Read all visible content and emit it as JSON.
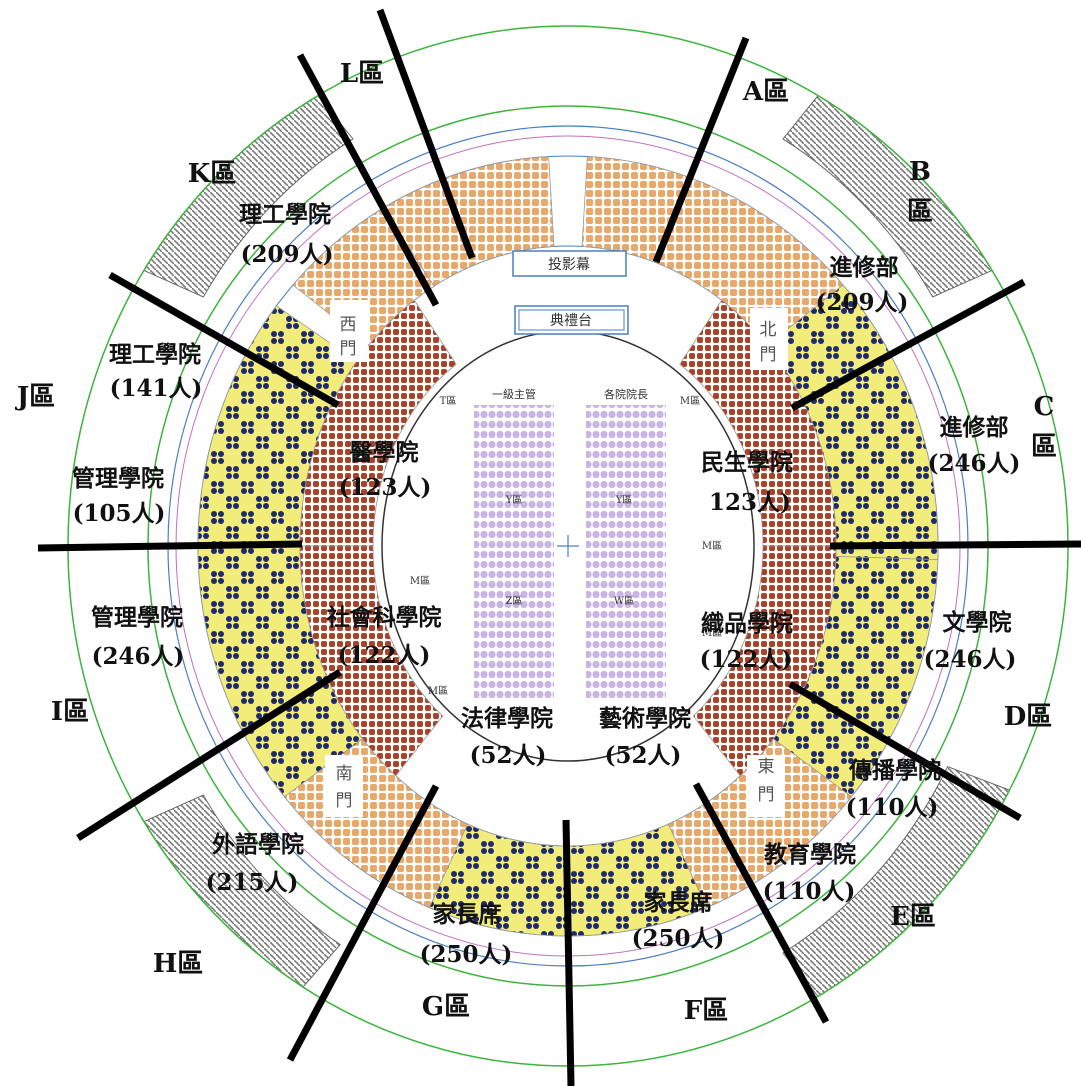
{
  "diagram": {
    "stage": {
      "screen_label": "投影幕",
      "podium_label": "典禮台",
      "front_left_label": "一級主管",
      "front_right_label": "各院院長"
    },
    "gates": {
      "west": [
        "西",
        "門"
      ],
      "north": [
        "北",
        "門"
      ],
      "south": [
        "南",
        "門"
      ],
      "east": [
        "東",
        "門"
      ]
    },
    "zones": {
      "A": "A區",
      "B": [
        "B",
        "區"
      ],
      "C": [
        "C",
        "區"
      ],
      "D": "D區",
      "E": "E區",
      "F": "F區",
      "G": "G區",
      "H": "H區",
      "I": "I區",
      "J": "J區",
      "K": "K區",
      "L": "L區"
    },
    "floor_marks": [
      "Y區",
      "Y區",
      "Z區",
      "W區",
      "T區",
      "M區",
      "M區",
      "M區",
      "M區",
      "M區"
    ],
    "groups": [
      {
        "name": "理工學院",
        "count": "(209人)"
      },
      {
        "name": "進修部",
        "count": "(209人)"
      },
      {
        "name": "理工學院",
        "count": "(141人)"
      },
      {
        "name": "進修部",
        "count": "(246人)"
      },
      {
        "name": "醫學院",
        "count": "(123人)"
      },
      {
        "name": "民生學院",
        "count": "123人)"
      },
      {
        "name": "管理學院",
        "count": "(105人)"
      },
      {
        "name": "管理學院",
        "count": "(246人)"
      },
      {
        "name": "社會科學院",
        "count": "(122人)"
      },
      {
        "name": "織品學院",
        "count": "(122人)"
      },
      {
        "name": "文學院",
        "count": "(246人)"
      },
      {
        "name": "法律學院",
        "count": "(52人)"
      },
      {
        "name": "藝術學院",
        "count": "(52人)"
      },
      {
        "name": "傳播學院",
        "count": "(110人)"
      },
      {
        "name": "教育學院",
        "count": "(110人)"
      },
      {
        "name": "外語學院",
        "count": "(215人)"
      },
      {
        "name": "家長席",
        "count": "(250人)"
      },
      {
        "name": "家長席",
        "count": "(250人)"
      }
    ],
    "colors": {
      "ring_green": "#3cb43c",
      "ring_blue": "#4a7fc1",
      "orange_seat": "#e8a86a",
      "brown_seat": "#a8432a",
      "navy_seat": "#1f2a6b",
      "yellow_seat": "#f2ec7a",
      "lilac_seat": "#c9b4e6",
      "divider": "#000000",
      "grey_stands": "#7a7a7a"
    }
  }
}
